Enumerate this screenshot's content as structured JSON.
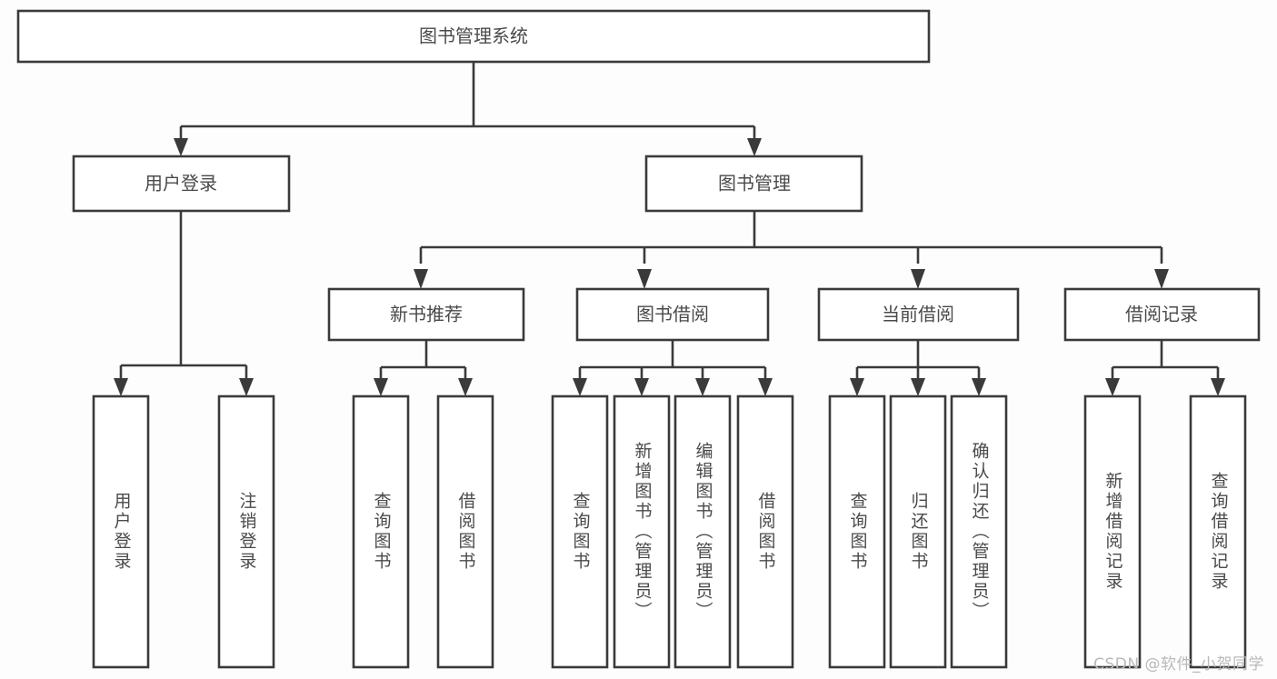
{
  "diagram": {
    "type": "tree-hierarchy",
    "title": "图书管理系统",
    "watermark": "CSDN @软件_小贺同学",
    "colors": {
      "stroke": "#3a3a3a",
      "box_fill": "#ffffff",
      "text": "#4a4a4a",
      "background": "#fdfdfd",
      "watermark": "#b9b9b9"
    },
    "levels": {
      "root": "图书管理系统",
      "level2": [
        "用户登录",
        "图书管理"
      ],
      "level3": [
        "新书推荐",
        "图书借阅",
        "当前借阅",
        "借阅记录"
      ],
      "level4_count": 13
    },
    "nodes": {
      "root": {
        "label": "图书管理系统",
        "orientation": "horizontal"
      },
      "user_login": {
        "label": "用户登录",
        "orientation": "horizontal"
      },
      "book_manage": {
        "label": "图书管理",
        "orientation": "horizontal"
      },
      "new_book_rec": {
        "label": "新书推荐",
        "orientation": "horizontal"
      },
      "book_borrow": {
        "label": "图书借阅",
        "orientation": "horizontal"
      },
      "current_borrow": {
        "label": "当前借阅",
        "orientation": "horizontal"
      },
      "borrow_record": {
        "label": "借阅记录",
        "orientation": "horizontal"
      },
      "leaf_user_login": {
        "label": "用户登录",
        "orientation": "vertical"
      },
      "leaf_logout": {
        "label": "注销登录",
        "orientation": "vertical"
      },
      "leaf_query_book_1": {
        "label": "查询图书",
        "orientation": "vertical"
      },
      "leaf_borrow_book_1": {
        "label": "借阅图书",
        "orientation": "vertical"
      },
      "leaf_query_book_2": {
        "label": "查询图书",
        "orientation": "vertical"
      },
      "leaf_add_book": {
        "label": "新增图书（管理员）",
        "orientation": "vertical"
      },
      "leaf_edit_book": {
        "label": "编辑图书（管理员）",
        "orientation": "vertical"
      },
      "leaf_borrow_book_2": {
        "label": "借阅图书",
        "orientation": "vertical"
      },
      "leaf_query_book_3": {
        "label": "查询图书",
        "orientation": "vertical"
      },
      "leaf_return_book": {
        "label": "归还图书",
        "orientation": "vertical"
      },
      "leaf_confirm_return": {
        "label": "确认归还（管理员）",
        "orientation": "vertical"
      },
      "leaf_add_record": {
        "label": "新增借阅记录",
        "orientation": "vertical"
      },
      "leaf_query_record": {
        "label": "查询借阅记录",
        "orientation": "vertical"
      }
    },
    "edges": [
      {
        "from": "图书管理系统",
        "to": "用户登录"
      },
      {
        "from": "图书管理系统",
        "to": "图书管理"
      },
      {
        "from": "用户登录",
        "to": "用户登录"
      },
      {
        "from": "用户登录",
        "to": "注销登录"
      },
      {
        "from": "图书管理",
        "to": "新书推荐"
      },
      {
        "from": "图书管理",
        "to": "图书借阅"
      },
      {
        "from": "图书管理",
        "to": "当前借阅"
      },
      {
        "from": "图书管理",
        "to": "借阅记录"
      },
      {
        "from": "新书推荐",
        "to": "查询图书"
      },
      {
        "from": "新书推荐",
        "to": "借阅图书"
      },
      {
        "from": "图书借阅",
        "to": "查询图书"
      },
      {
        "from": "图书借阅",
        "to": "新增图书（管理员）"
      },
      {
        "from": "图书借阅",
        "to": "编辑图书（管理员）"
      },
      {
        "from": "图书借阅",
        "to": "借阅图书"
      },
      {
        "from": "当前借阅",
        "to": "查询图书"
      },
      {
        "from": "当前借阅",
        "to": "归还图书"
      },
      {
        "from": "当前借阅",
        "to": "确认归还（管理员）"
      },
      {
        "from": "借阅记录",
        "to": "新增借阅记录"
      },
      {
        "from": "借阅记录",
        "to": "查询借阅记录"
      }
    ]
  }
}
